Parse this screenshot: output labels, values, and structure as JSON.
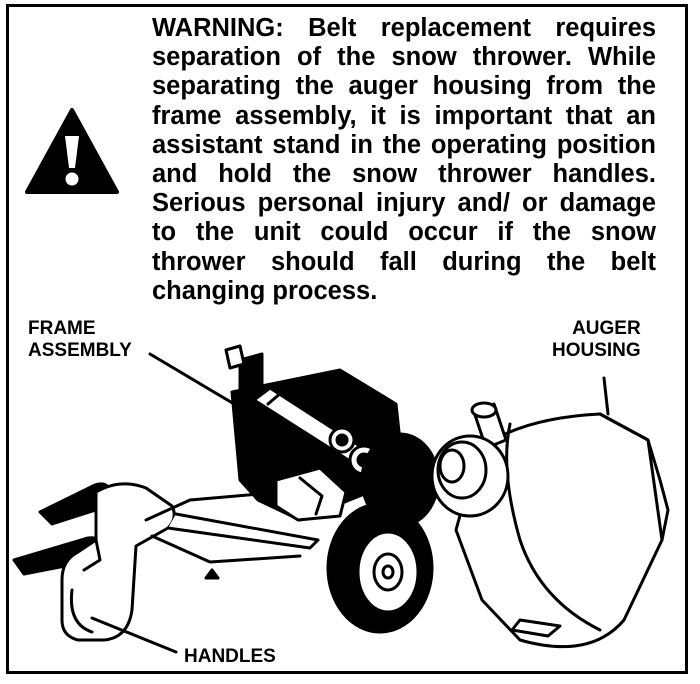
{
  "warning": {
    "text": "WARNING: Belt replacement requires separation of the snow thrower. While separating the auger housing from the frame assembly, it is important that an assistant stand in the operating position and hold the snow thrower handles. Serious personal injury and/ or damage to the unit could occur if the snow thrower should fall during the belt changing process.",
    "icon": "warning-triangle-icon"
  },
  "labels": {
    "frame_line1": "FRAME",
    "frame_line2": "ASSEMBLY",
    "auger_line1": "AUGER",
    "auger_line2": "HOUSING",
    "handles": "HANDLES"
  },
  "colors": {
    "ink": "#000000",
    "paper": "#ffffff"
  }
}
